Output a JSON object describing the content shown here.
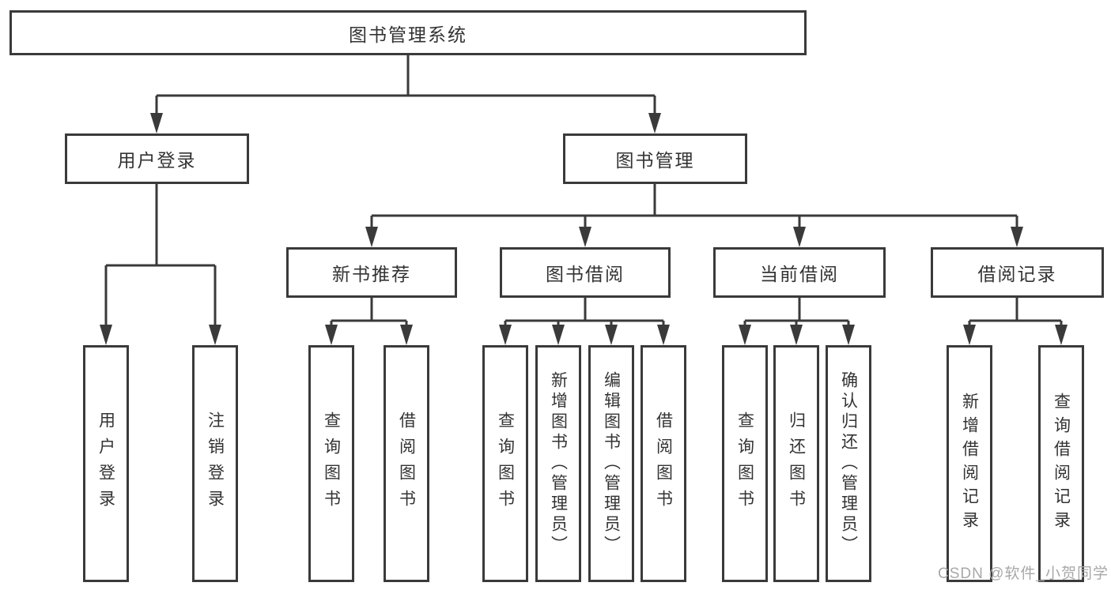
{
  "diagram": {
    "root": {
      "label": "图书管理系统"
    },
    "level2": [
      {
        "label": "用户登录"
      },
      {
        "label": "图书管理"
      }
    ],
    "level3": [
      {
        "label": "新书推荐",
        "parent": "图书管理"
      },
      {
        "label": "图书借阅",
        "parent": "图书管理"
      },
      {
        "label": "当前借阅",
        "parent": "图书管理"
      },
      {
        "label": "借阅记录",
        "parent": "图书管理"
      }
    ],
    "leaves": [
      {
        "label": "用户登录",
        "parent": "用户登录"
      },
      {
        "label": "注销登录",
        "parent": "用户登录"
      },
      {
        "label": "查询图书",
        "parent": "新书推荐"
      },
      {
        "label": "借阅图书",
        "parent": "新书推荐"
      },
      {
        "label": "查询图书",
        "parent": "图书借阅"
      },
      {
        "label": "新增图书（管理员）",
        "parent": "图书借阅"
      },
      {
        "label": "编辑图书（管理员）",
        "parent": "图书借阅"
      },
      {
        "label": "借阅图书",
        "parent": "图书借阅"
      },
      {
        "label": "查询图书",
        "parent": "当前借阅"
      },
      {
        "label": "归还图书",
        "parent": "当前借阅"
      },
      {
        "label": "确认归还（管理员）",
        "parent": "当前借阅"
      },
      {
        "label": "新增借阅记录",
        "parent": "借阅记录"
      },
      {
        "label": "查询借阅记录",
        "parent": "借阅记录"
      }
    ]
  },
  "watermark": {
    "text": "CSDN @软件_小贺同学"
  },
  "colors": {
    "line": "#3a3a3a",
    "text": "#333333",
    "watermark": "#a8a8a8",
    "background": "#ffffff"
  }
}
